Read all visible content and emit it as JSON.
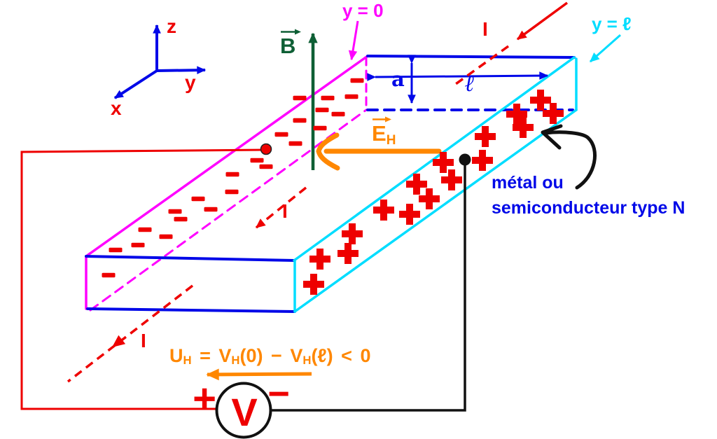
{
  "colors": {
    "red": "#ee0000",
    "blue": "#0008e8",
    "magenta": "#ff00ff",
    "cyan": "#00ddff",
    "orange": "#ff8700",
    "green": "#0e5f35",
    "black": "#111111",
    "white": "#ffffff"
  },
  "axes": {
    "x_label": "x",
    "y_label": "y",
    "z_label": "z"
  },
  "b_field_label": "B",
  "face_labels": {
    "y_zero": "y = 0",
    "y_ell": "y = ℓ"
  },
  "current_label": "I",
  "dimensions": {
    "thickness": "a",
    "width": "ℓ"
  },
  "hall_field": {
    "base": "E",
    "sub": "H"
  },
  "material": {
    "line1": "métal ou",
    "line2": "semiconducteur type N"
  },
  "hall_voltage_formula": {
    "u": "U",
    "u_sub": "H",
    "eq": "=",
    "v1": "V",
    "v1_sub": "H",
    "v1_arg": "(0)",
    "op": "−",
    "v2": "V",
    "v2_sub": "H",
    "v2_arg": "(ℓ)",
    "cmp": "<",
    "zero": "0"
  },
  "voltmeter": {
    "symbol": "V",
    "plus_terminal": "+",
    "minus_terminal": "−"
  },
  "charges": {
    "plus": [
      [
        772,
        143
      ],
      [
        790,
        162
      ],
      [
        738,
        163
      ],
      [
        747,
        182
      ],
      [
        693,
        195
      ],
      [
        689,
        229
      ],
      [
        633,
        232
      ],
      [
        645,
        257
      ],
      [
        595,
        263
      ],
      [
        613,
        284
      ],
      [
        585,
        306
      ],
      [
        548,
        300
      ],
      [
        503,
        334
      ],
      [
        497,
        362
      ],
      [
        457,
        370
      ],
      [
        448,
        406
      ]
    ],
    "minus": [
      [
        510,
        115
      ],
      [
        502,
        138
      ],
      [
        468,
        140
      ],
      [
        483,
        163
      ],
      [
        460,
        157
      ],
      [
        428,
        140
      ],
      [
        428,
        172
      ],
      [
        457,
        183
      ],
      [
        402,
        192
      ],
      [
        422,
        205
      ],
      [
        367,
        229
      ],
      [
        380,
        238
      ],
      [
        332,
        249
      ],
      [
        331,
        274
      ],
      [
        283,
        284
      ],
      [
        301,
        299
      ],
      [
        250,
        302
      ],
      [
        258,
        313
      ],
      [
        207,
        328
      ],
      [
        237,
        338
      ],
      [
        197,
        350
      ],
      [
        165,
        357
      ],
      [
        155,
        393
      ]
    ]
  }
}
